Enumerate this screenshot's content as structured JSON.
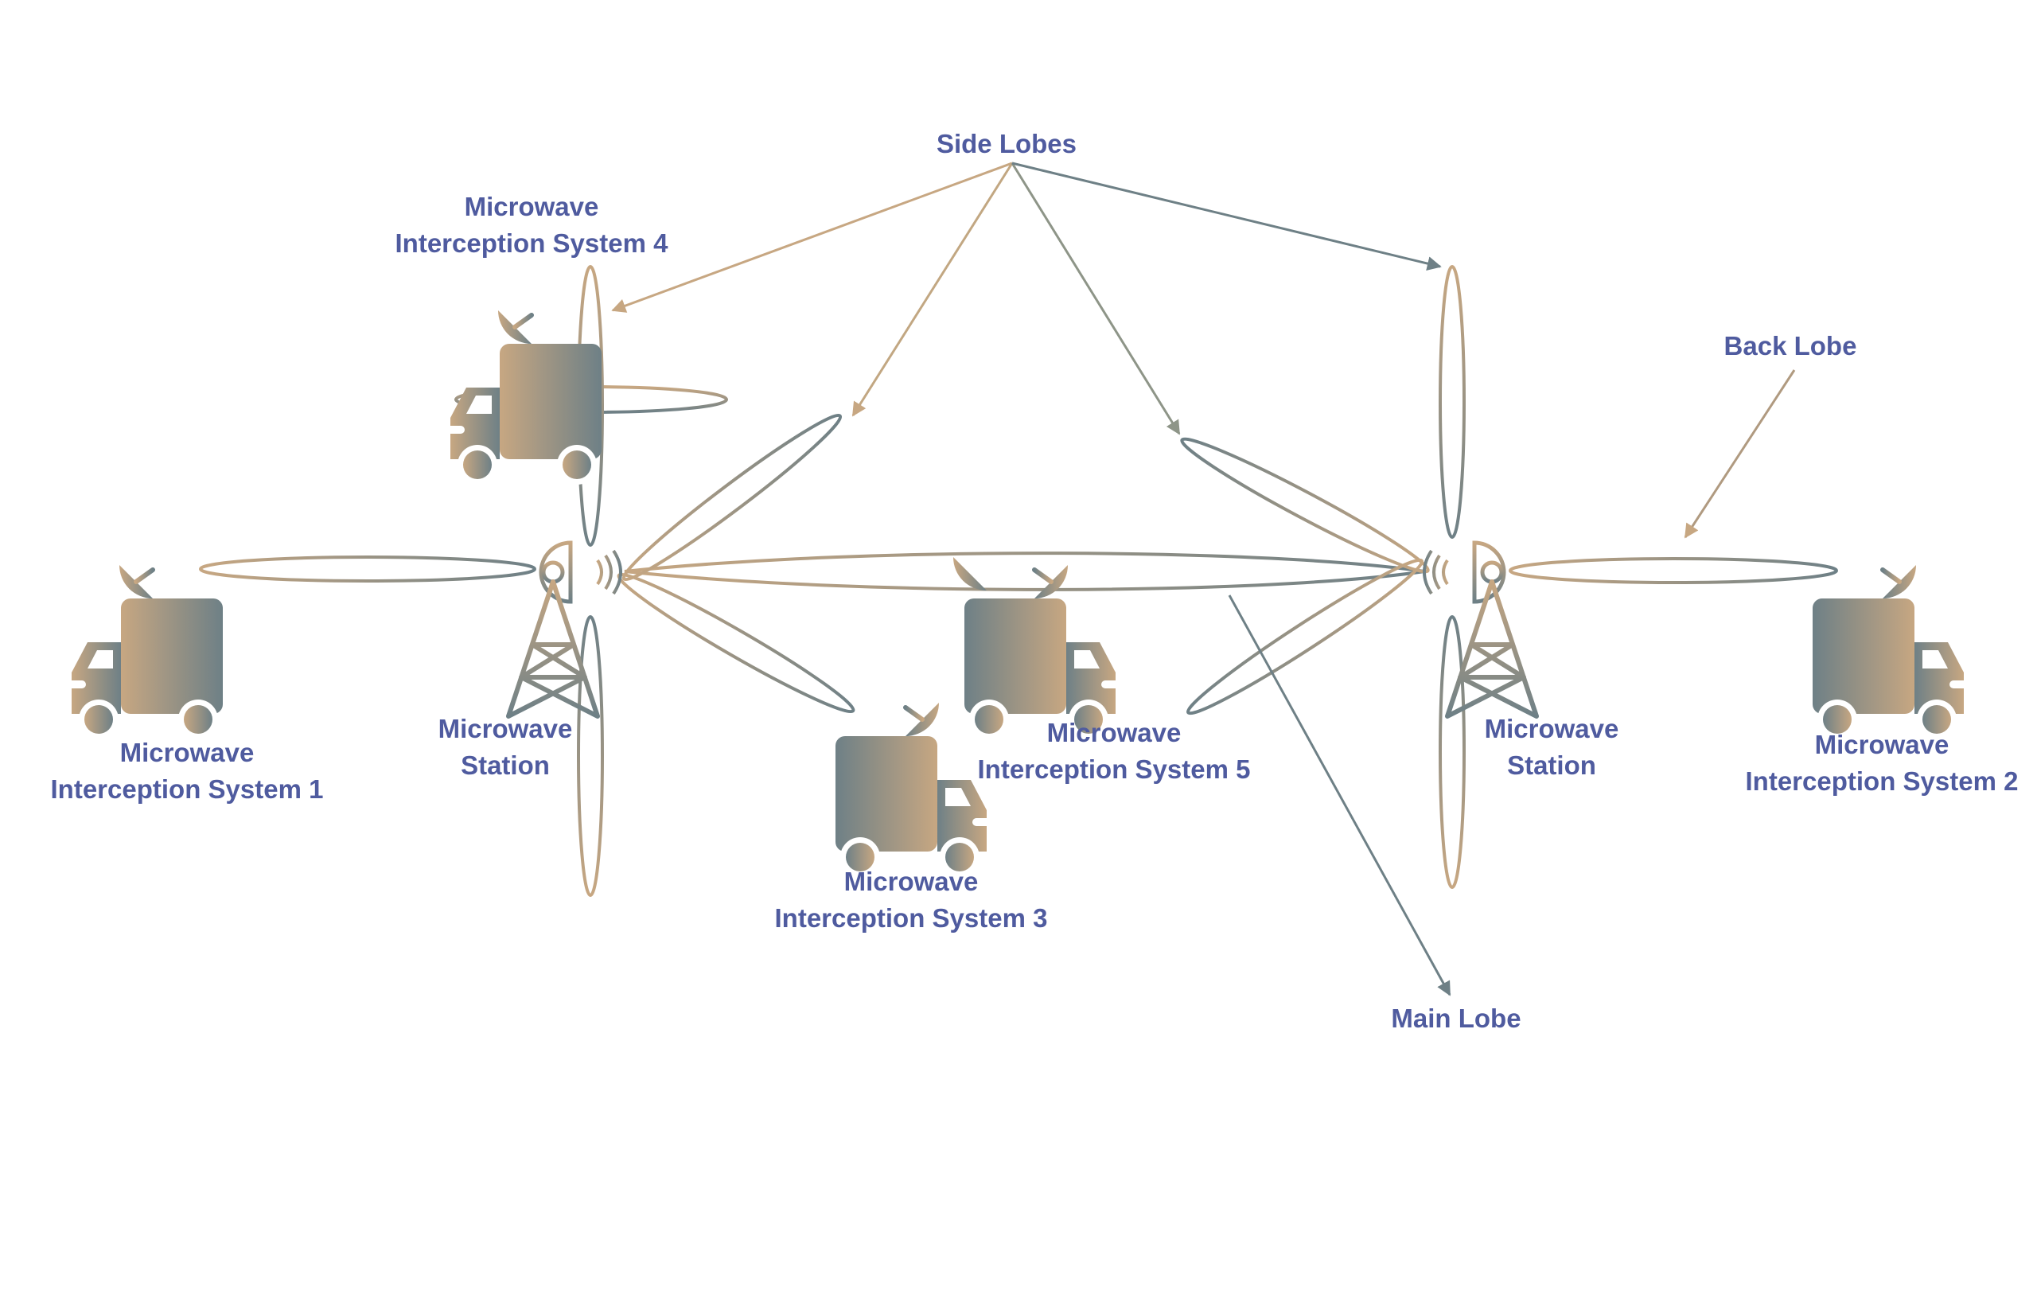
{
  "labels": {
    "side_lobes": "Side Lobes",
    "back_lobe": "Back Lobe",
    "main_lobe": "Main Lobe",
    "station_left": [
      "Microwave",
      "Station"
    ],
    "station_right": [
      "Microwave",
      "Station"
    ],
    "system_1": [
      "Microwave",
      "Interception System 1"
    ],
    "system_2": [
      "Microwave",
      "Interception System 2"
    ],
    "system_3": [
      "Microwave",
      "Interception System 3"
    ],
    "system_4": [
      "Microwave",
      "Interception System 4"
    ],
    "system_5": [
      "Microwave",
      "Interception System 5"
    ]
  },
  "icons": {
    "station": "radio-tower-icon",
    "interceptor": "satellite-truck-icon"
  },
  "colors": {
    "label_text": "#4f5b9f",
    "gradient_start": "#c7a782",
    "gradient_end": "#6e8086",
    "background": "#ffffff"
  }
}
